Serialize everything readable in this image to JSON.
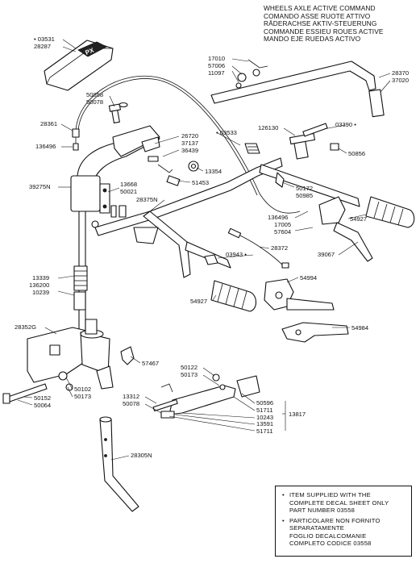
{
  "title": {
    "lines": [
      "WHEELS AXLE ACTIVE COMMAND",
      "COMANDO ASSE RUOTE ATTIVO",
      "RÄDERACHSE AKTIV-STEUERUNG",
      "COMMANDE ESSIEU ROUES ACTIVE",
      "MANDO EJE RUEDAS ACTIVO"
    ]
  },
  "decal_text": "PX",
  "labels": {
    "l03531": "• 03531",
    "l28287": "28287",
    "l50858": "50858",
    "l50078a": "50078",
    "l28361": "28361",
    "l136496a": "136496",
    "l39275": "39275N",
    "l26720": "26720",
    "l37137": "37137",
    "l36439": "36439",
    "l03533": "• 03533",
    "l13354": "13354",
    "l51453": "51453",
    "l13668": "13668",
    "l50021": "50021",
    "l28375": "28375N",
    "l17010": "17010",
    "l57006": "57006",
    "l11097": "11097",
    "l28370": "28370",
    "l37020": "37020",
    "l126130": "126130",
    "l03390": "03390 •",
    "l50856": "50856",
    "l50172": "50172",
    "l50985": "50985",
    "l136496b": "136496",
    "l17005": "17005",
    "l57604": "57604",
    "l54927a": "54927",
    "l28372": "28372",
    "l03943": "03943 •",
    "l39067": "39067",
    "l13339": "13339",
    "l136200": "136200",
    "l10239": "10239",
    "l54994": "54994",
    "l54927b": "54927",
    "l28352": "28352G",
    "l54984": "54984",
    "l57467": "57467",
    "l50122": "50122",
    "l50173a": "50173",
    "l50102": "50102",
    "l50173b": "50173",
    "l50152": "50152",
    "l50064": "50064",
    "l13312": "13312",
    "l50078b": "50078",
    "l50596": "50596",
    "l51711a": "51711",
    "l10243": "10243",
    "l13591": "13591",
    "l51711b": "51711",
    "l13817": "13817",
    "l28305": "28305N"
  },
  "note": {
    "items": [
      {
        "star": "•",
        "text": "ITEM SUPPLIED WITH THE\nCOMPLETE DECAL SHEET ONLY\nPART NUMBER 03558"
      },
      {
        "star": "•",
        "text": "PARTICOLARE NON FORNITO\nSEPARATAMENTE\nFOGLIO DECALCOMANIE\nCOMPLETO CODICE 03558"
      }
    ]
  }
}
